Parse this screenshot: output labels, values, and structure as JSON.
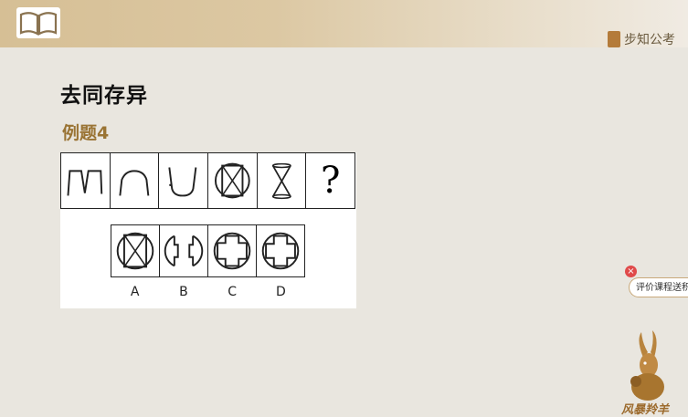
{
  "header": {
    "brand": "步知公考"
  },
  "slide": {
    "title": "去同存异",
    "subtitle": "例题4"
  },
  "question": {
    "mark": "?",
    "options": [
      "A",
      "B",
      "C",
      "D"
    ]
  },
  "eval_widget": {
    "label": "评价课程送积分",
    "close": "×"
  },
  "mascot": {
    "name": "风暴羚羊"
  }
}
